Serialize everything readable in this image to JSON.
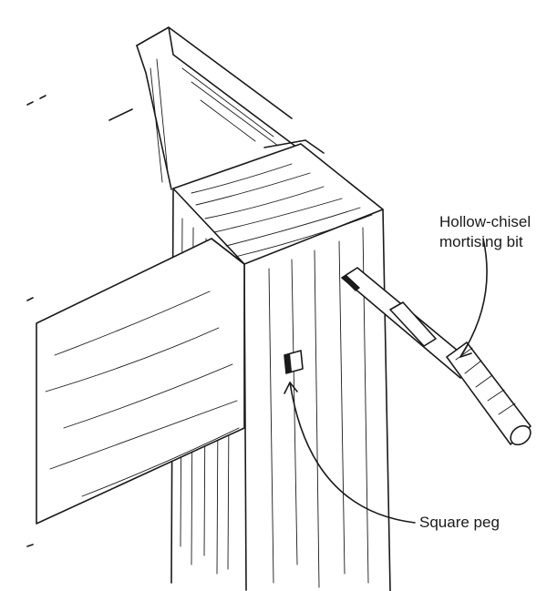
{
  "labels": {
    "bit_line1": "Hollow-chisel",
    "bit_line2": "mortising bit",
    "peg": "Square peg"
  },
  "colors": {
    "ink": "#1a1a1a",
    "paper": "#ffffff"
  }
}
